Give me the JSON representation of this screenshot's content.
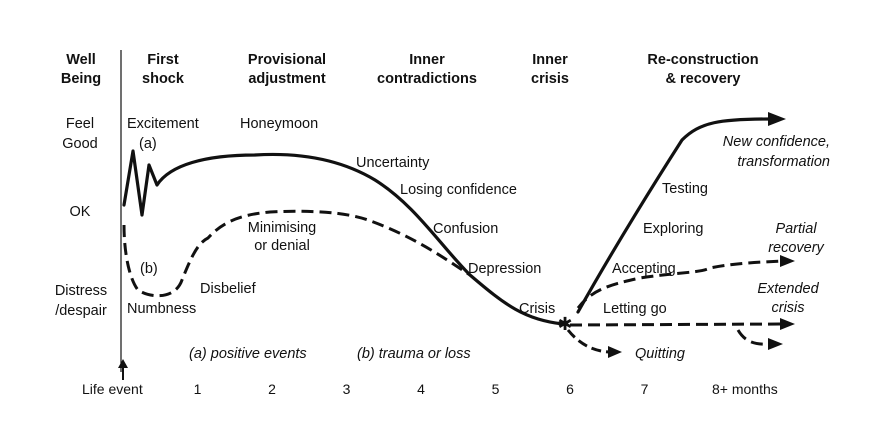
{
  "headers": {
    "well_being": [
      "Well",
      "Being"
    ],
    "first_shock": [
      "First",
      "shock"
    ],
    "provisional": [
      "Provisional",
      "adjustment"
    ],
    "inner_contradictions": [
      "Inner",
      "contradictions"
    ],
    "inner_crisis": [
      "Inner",
      "crisis"
    ],
    "reconstruction": [
      "Re-construction",
      "& recovery"
    ]
  },
  "levels": {
    "feel_good": [
      "Feel",
      "Good"
    ],
    "ok": "OK",
    "distress": [
      "Distress",
      "/despair"
    ]
  },
  "curve_labels": {
    "excitement": "Excitement",
    "a": "(a)",
    "honeymoon": "Honeymoon",
    "uncertainty": "Uncertainty",
    "losing_confidence": "Losing confidence",
    "confusion": "Confusion",
    "depression": "Depression",
    "crisis": "Crisis",
    "minimising": [
      "Minimising",
      "or denial"
    ],
    "b": "(b)",
    "disbelief": "Disbelief",
    "numbness": "Numbness",
    "testing": "Testing",
    "exploring": "Exploring",
    "accepting": "Accepting",
    "letting_go": "Letting go",
    "quitting": "Quitting",
    "new_confidence": [
      "New confidence,",
      "transformation"
    ],
    "partial": [
      "Partial",
      "recovery"
    ],
    "extended": [
      "Extended",
      "crisis"
    ]
  },
  "legend": {
    "positive": "(a) positive events",
    "trauma": "(b) trauma or loss"
  },
  "axis": {
    "origin": "Life event",
    "ticks": [
      "1",
      "2",
      "3",
      "4",
      "5",
      "6",
      "7",
      "8+ months"
    ]
  }
}
